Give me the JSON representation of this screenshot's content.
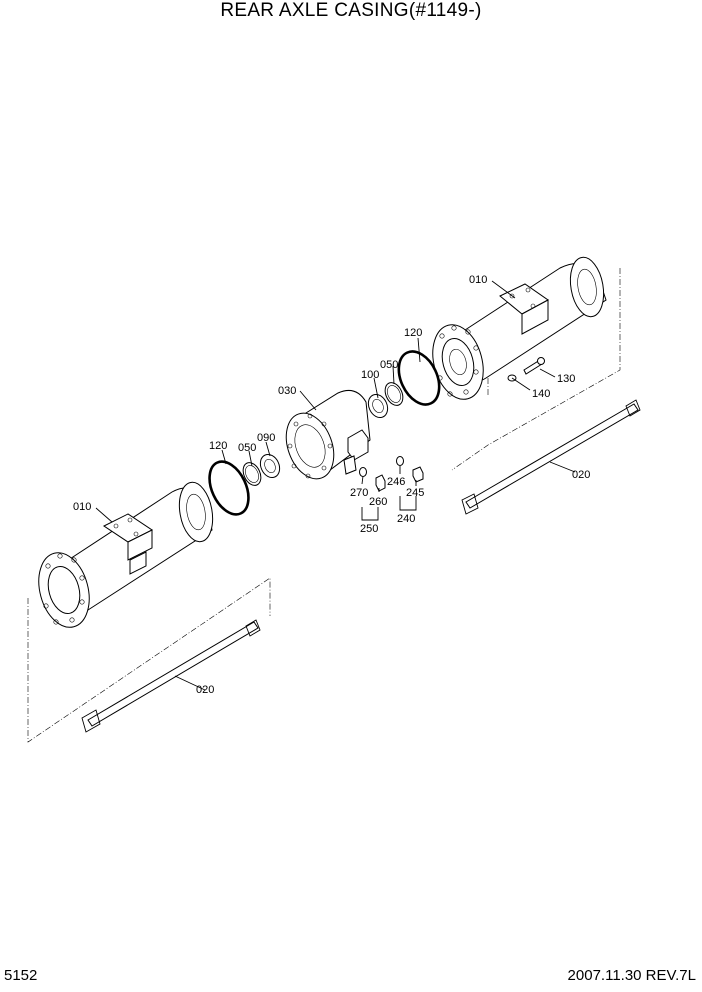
{
  "title": "REAR AXLE CASING(#1149-)",
  "footer": {
    "code": "5152",
    "revision": "2007.11.30  REV.7L"
  },
  "callouts": {
    "c010_upper": "010",
    "c010_lower": "010",
    "c020_upper": "020",
    "c020_lower": "020",
    "c030": "030",
    "c050_upper": "050",
    "c050_lower": "050",
    "c090": "090",
    "c100": "100",
    "c120_upper": "120",
    "c120_lower": "120",
    "c130": "130",
    "c140": "140",
    "c240": "240",
    "c245": "245",
    "c246": "246",
    "c250": "250",
    "c260": "260",
    "c270": "270"
  }
}
